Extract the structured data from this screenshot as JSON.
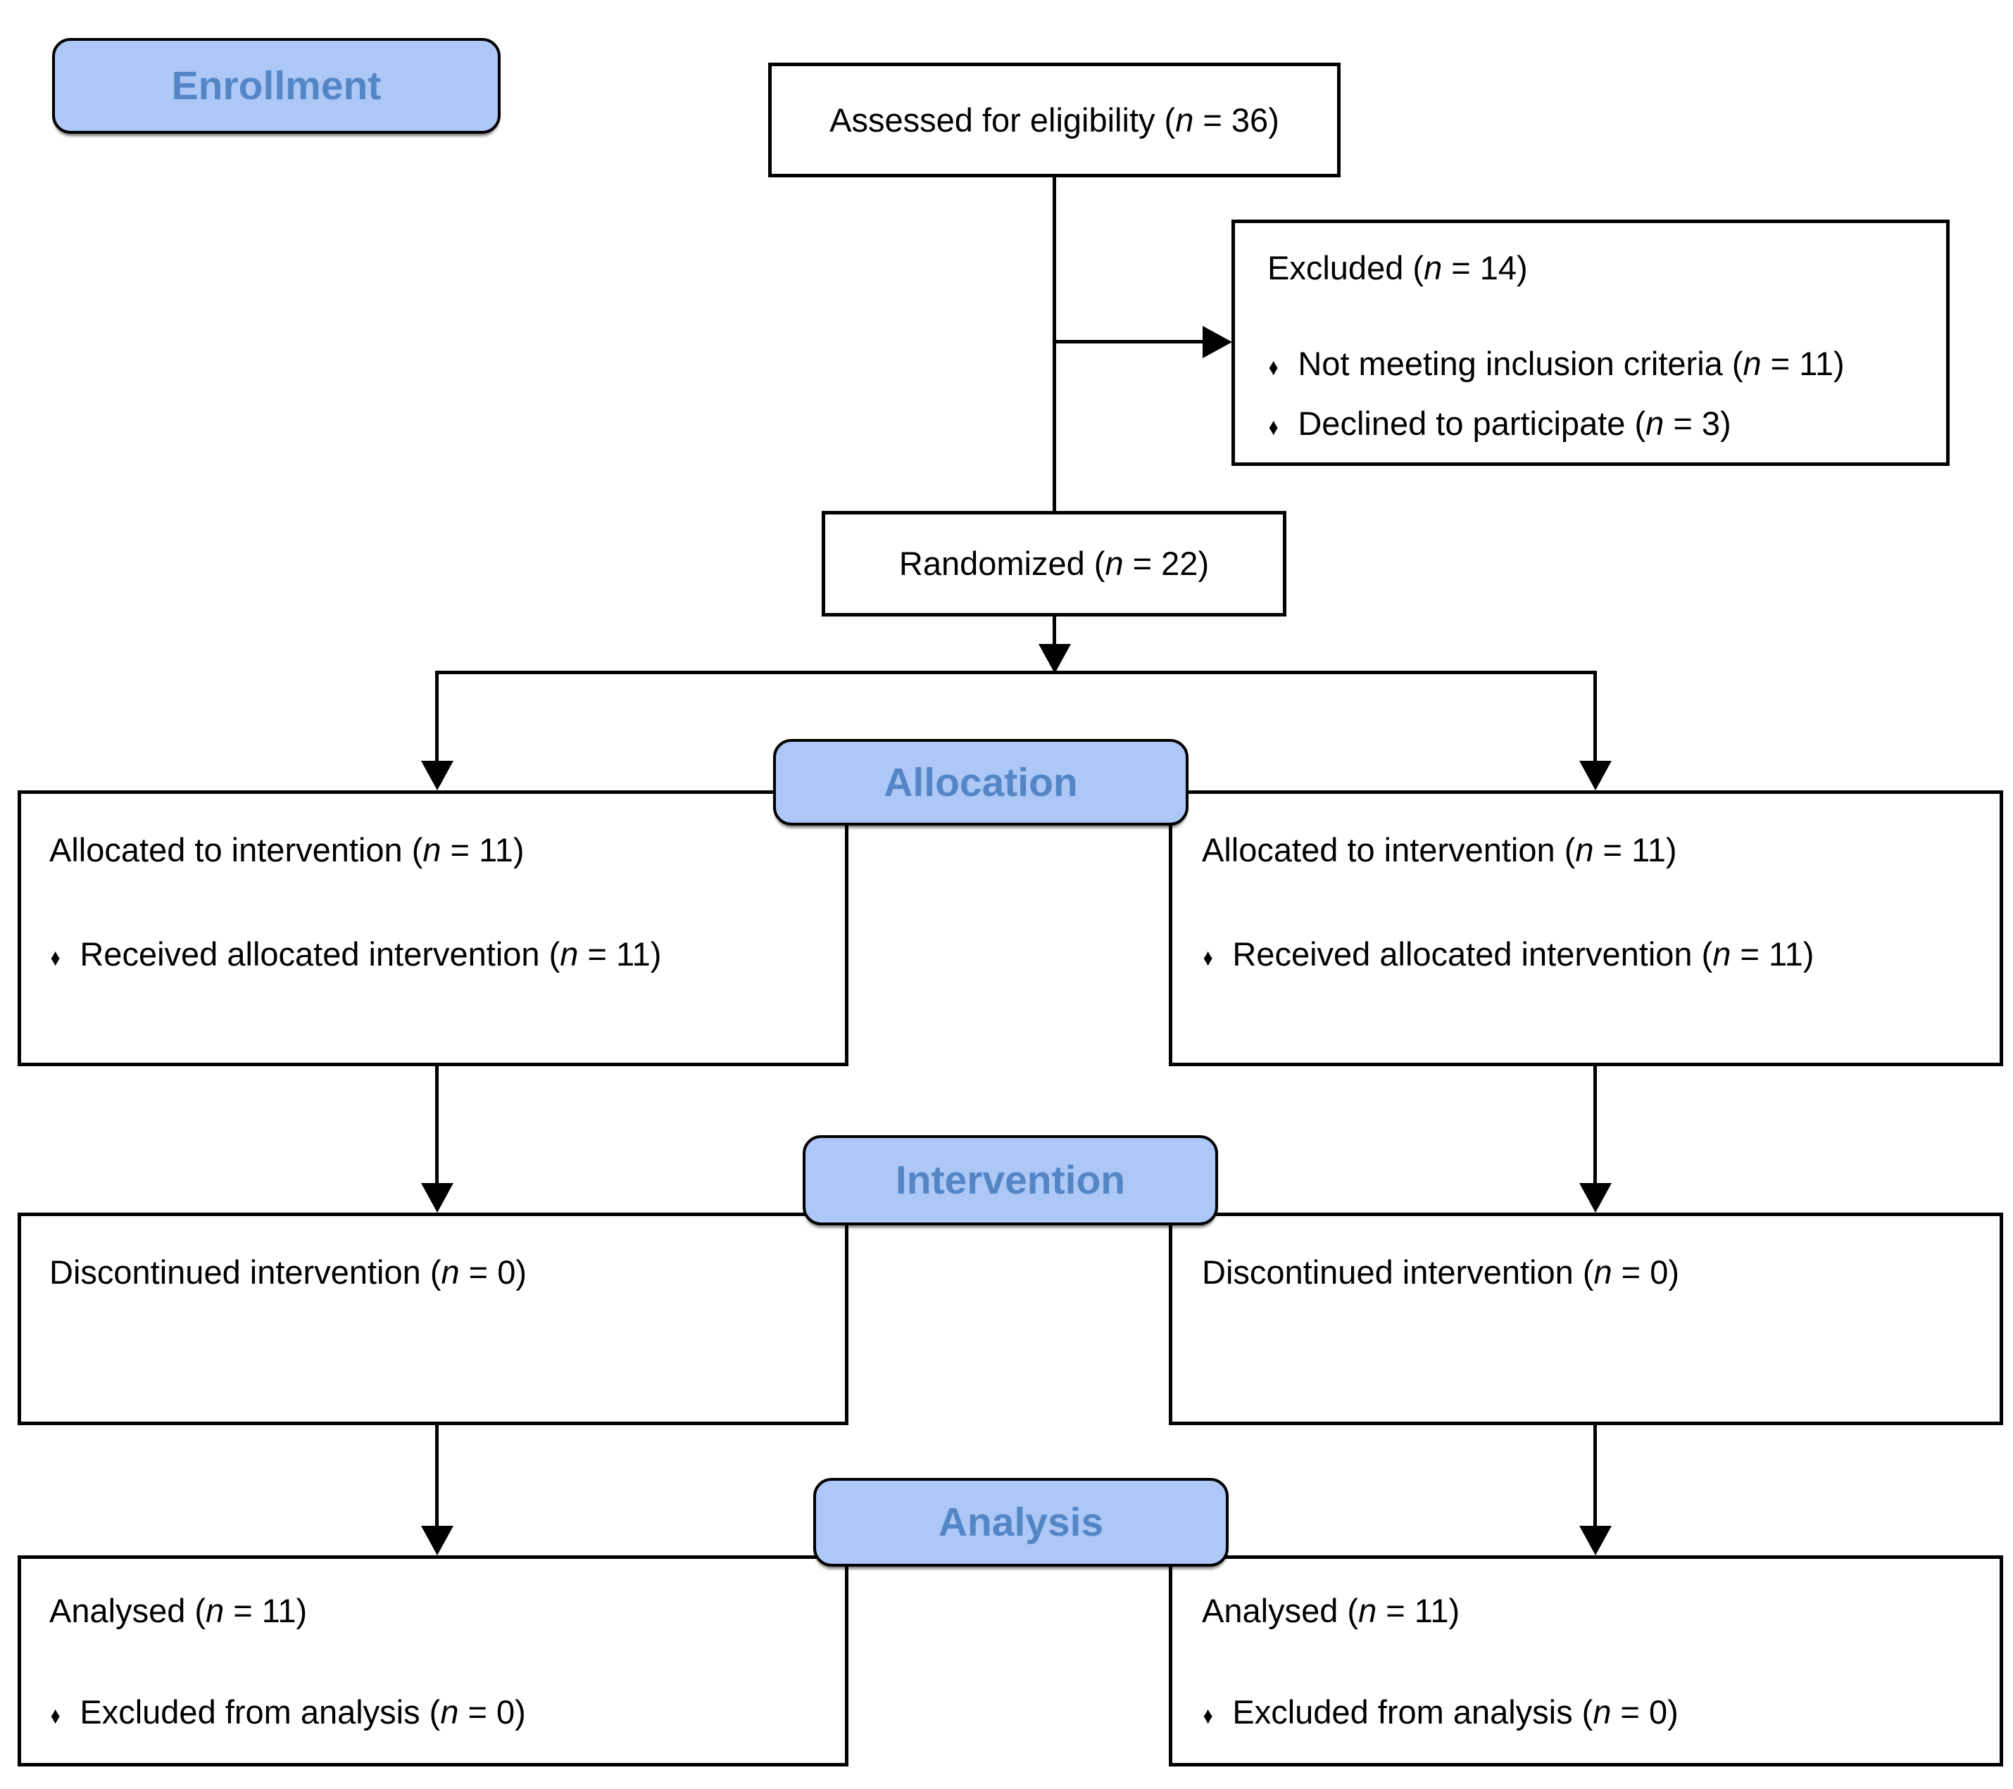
{
  "bullet_glyph": "♦",
  "colors": {
    "band_fill": "#adc7f7",
    "band_text": "#5486c6",
    "line": "#000000"
  },
  "stages": {
    "enrollment": {
      "label": "Enrollment"
    },
    "allocation": {
      "label": "Allocation"
    },
    "intervention": {
      "label": "Intervention"
    },
    "analysis": {
      "label": "Analysis"
    }
  },
  "top": {
    "assessed": {
      "text": "Assessed for eligibility (n = 36)"
    },
    "excluded": {
      "title": "Excluded (n = 14)",
      "bullets": [
        "Not meeting inclusion criteria (n = 11)",
        "Declined to participate (n = 3)"
      ]
    },
    "randomized": {
      "text": "Randomized (n = 22)"
    }
  },
  "arms": {
    "left": {
      "allocation": {
        "title": "Allocated to intervention (n = 11)",
        "bullets": [
          "Received allocated intervention (n = 11)"
        ]
      },
      "intervention": {
        "title": "Discontinued intervention (n = 0)"
      },
      "analysis": {
        "title": "Analysed (n = 11)",
        "bullets": [
          "Excluded from analysis (n = 0)"
        ]
      }
    },
    "right": {
      "allocation": {
        "title": "Allocated to intervention (n = 11)",
        "bullets": [
          "Received allocated intervention (n = 11)"
        ]
      },
      "intervention": {
        "title": "Discontinued intervention (n = 0)"
      },
      "analysis": {
        "title": "Analysed (n = 11)",
        "bullets": [
          "Excluded from analysis (n = 0)"
        ]
      }
    }
  }
}
